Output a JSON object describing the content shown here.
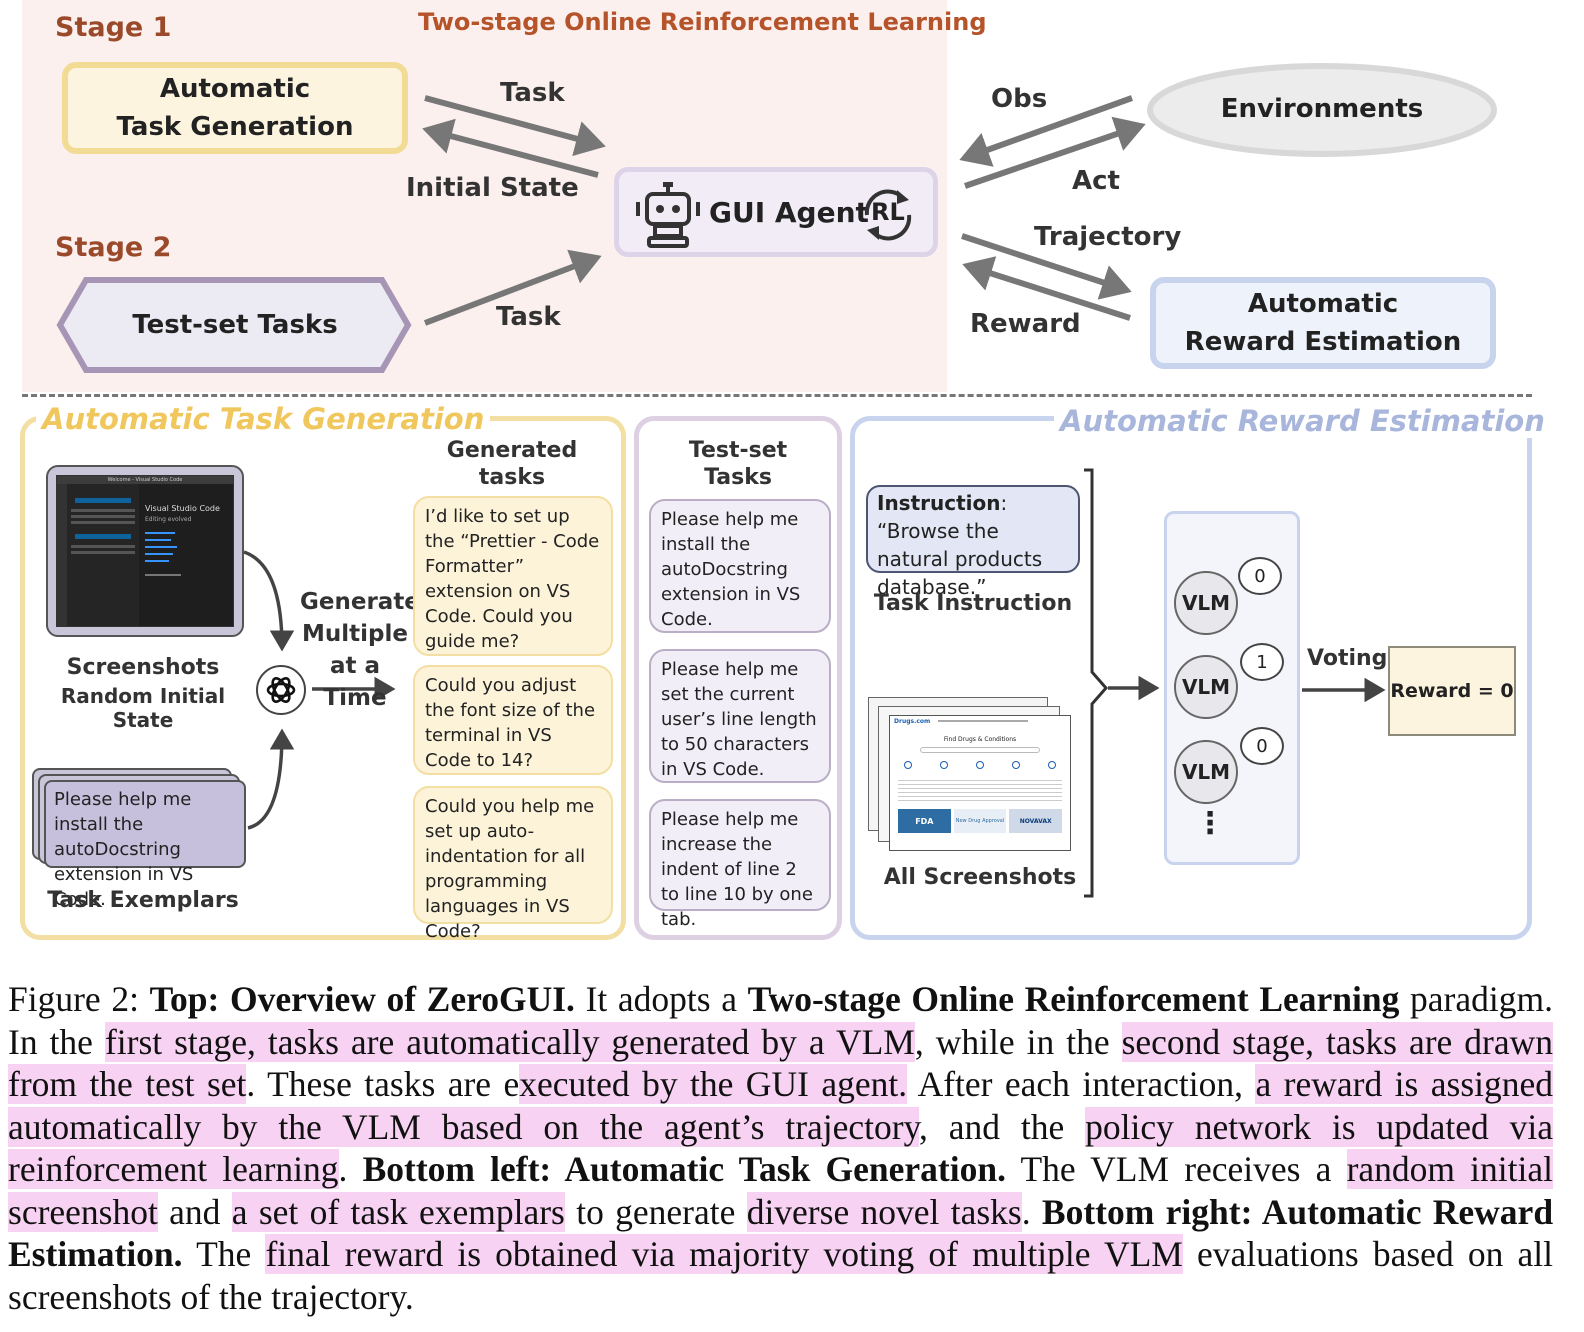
{
  "top": {
    "stage1": "Stage 1",
    "stage2": "Stage 2",
    "title": "Two-stage Online Reinforcement Learning",
    "atg_line1": "Automatic",
    "atg_line2": "Task Generation",
    "testset": "Test-set Tasks",
    "gui_agent": "GUI Agent",
    "rl": "RL",
    "environments": "Environments",
    "are_line1": "Automatic",
    "are_line2": "Reward Estimation",
    "lbl_task1": "Task",
    "lbl_initial_state": "Initial State",
    "lbl_task2": "Task",
    "lbl_obs": "Obs",
    "lbl_act": "Act",
    "lbl_trajectory": "Trajectory",
    "lbl_reward": "Reward"
  },
  "left_panel": {
    "title": "Automatic Task Generation",
    "vscode_window_title": "Welcome - Visual Studio Code",
    "vscode_heading": "Visual Studio Code",
    "vscode_sub": "Editing evolved",
    "screenshots_label": "Screenshots",
    "random_initial_state": "Random Initial State",
    "exemplar_text": "Please help me install the autoDocstring extension in VS Code.",
    "task_exemplars": "Task Exemplars",
    "generate_line1": "Generate",
    "generate_line2": "Multiple",
    "generate_line3": "at a Time",
    "generated_header_l1": "Generated",
    "generated_header_l2": "tasks",
    "generated_tasks": [
      "I’d like to set up the “Prettier - Code Formatter” extension on VS Code. Could you guide me?",
      "Could you adjust the font size of the terminal in VS Code to 14?",
      "Could you help me set up auto-indentation for all programming languages in VS Code?"
    ]
  },
  "mid_panel": {
    "header_l1": "Test-set",
    "header_l2": "Tasks",
    "tasks": [
      "Please help me install the autoDocstring extension in VS Code.",
      "Please help me set the current user’s line length to 50 characters in VS Code.",
      "Please help me increase the indent of line 2 to line 10 by one tab."
    ]
  },
  "right_panel": {
    "title": "Automatic Reward Estimation",
    "instruction_label": "Instruction",
    "instruction_text": "“Browse the natural products database.”",
    "task_instruction": "Task Instruction",
    "all_screenshots": "All Screenshots",
    "site_name": "Drugs.com",
    "site_heading": "Find Drugs & Conditions",
    "badge_fda": "FDA",
    "badge_new": "New Drug Approval",
    "badge_novavax": "NOVAVAX",
    "vlm": "VLM",
    "votes": [
      "0",
      "1",
      "0"
    ],
    "voting": "Voting",
    "reward": "Reward = 0",
    "dots": "⋮"
  },
  "caption": {
    "s01": "Figure 2:",
    "s02": "Top: Overview of ZeroGUI.",
    "s03": "It adopts a",
    "s04": "Two-stage Online Reinforcement Learning",
    "s05": "paradigm. In the",
    "s06": "first stage, tasks are automatically generated by a VLM",
    "s07": ", while in the",
    "s08": "second stage, tasks are drawn from the test set",
    "s09": ". These tasks are e",
    "s10": "xecuted by the GUI agent.",
    "s11": "After each interaction,",
    "s12": "a reward is assigned automatically by the VLM based on the agent’s trajectory",
    "s13": ", and the",
    "s14": "policy network is updated via reinforcement learning",
    "s15": ".",
    "s16": "Bottom left: Automatic Task Generation.",
    "s17": "The VLM receives a",
    "s18": "random initial screenshot",
    "s19": "and",
    "s20": "a set of task exemplars",
    "s21": "to generate",
    "s22": "diverse novel tasks",
    "s23": ".",
    "s24": "Bottom right: Automatic Reward Estimation.",
    "s25": "The",
    "s26": "final reward is obtained via majority voting of multiple VLM",
    "s27": "evaluations based on all screenshots of the trajectory."
  },
  "colors": {
    "stage_label": "#9a4a2a",
    "top_title": "#b5532a",
    "atg_yellow": "#f3dfa3",
    "are_blue": "#c8d3ee",
    "highlight_pink": "#f7d2f3",
    "arrow_gray": "#777777"
  }
}
